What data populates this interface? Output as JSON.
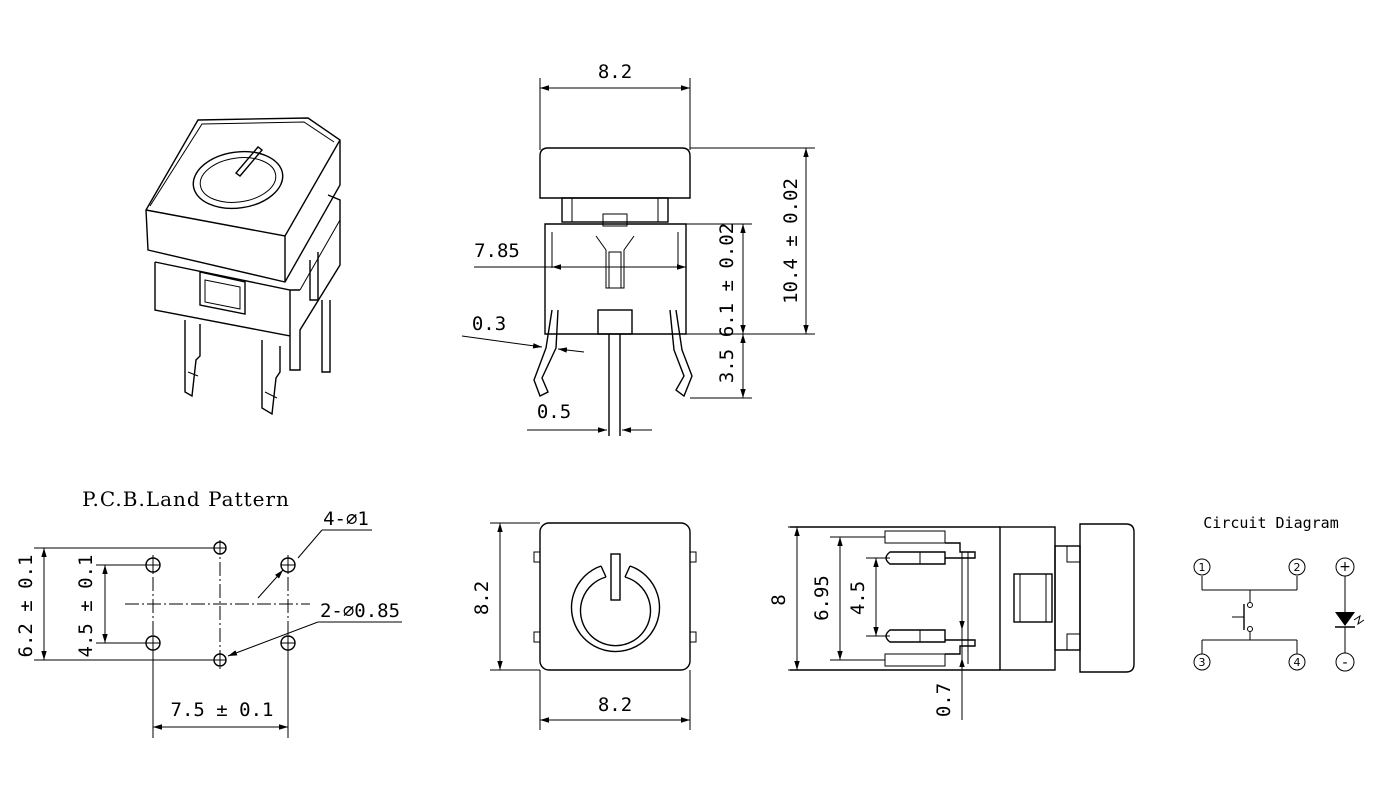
{
  "dimensions": {
    "top_width": "8.2",
    "total_height": "10.4 ± 0.02",
    "body_height": "6.1 ± 0.02",
    "inner_width": "7.85",
    "lead_thickness": "0.3",
    "lead_length": "3.5",
    "pin_width": "0.5",
    "front_height": "8.2",
    "front_width": "8.2",
    "side_overall": "8",
    "side_pin_outer": "6.95",
    "side_pin_inner": "4.5",
    "side_pin_width": "0.7"
  },
  "pcb": {
    "title": "P.C.B.Land Pattern",
    "hole_large": "4-∅1",
    "hole_small": "2-∅0.85",
    "row_outer": "6.2 ± 0.1",
    "row_inner": "4.5 ± 0.1",
    "col_pitch": "7.5 ± 0.1"
  },
  "circuit": {
    "title": "Circuit Diagram",
    "pins": [
      "1",
      "2",
      "3",
      "4"
    ],
    "led_plus": "+",
    "led_minus": "-"
  },
  "icons": {
    "power": "power-symbol-icon",
    "led": "led-diode-icon",
    "switch": "push-switch-icon"
  }
}
